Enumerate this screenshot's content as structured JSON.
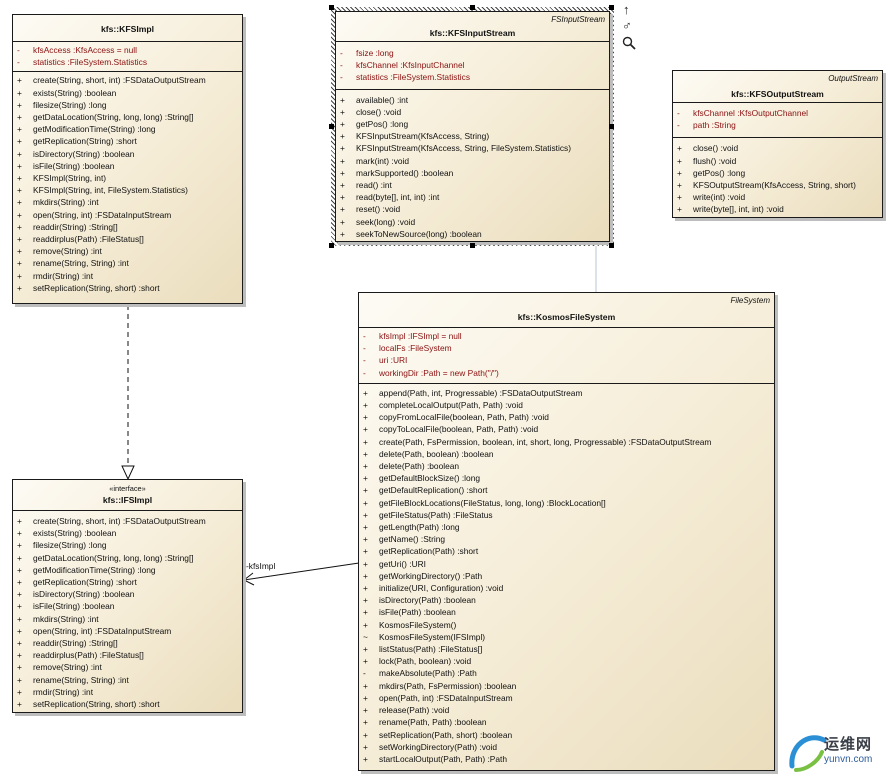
{
  "relation_label": "-kfsImpl",
  "classes": {
    "kfsimpl": {
      "title": "kfs::KFSImpl",
      "attributes": [
        {
          "vis": "-",
          "text": "kfsAccess  :KfsAccess = null"
        },
        {
          "vis": "-",
          "text": "statistics  :FileSystem.Statistics"
        }
      ],
      "operations": [
        {
          "vis": "+",
          "text": "create(String, short, int)  :FSDataOutputStream"
        },
        {
          "vis": "+",
          "text": "exists(String)  :boolean"
        },
        {
          "vis": "+",
          "text": "filesize(String)  :long"
        },
        {
          "vis": "+",
          "text": "getDataLocation(String, long, long)  :String[]"
        },
        {
          "vis": "+",
          "text": "getModificationTime(String)  :long"
        },
        {
          "vis": "+",
          "text": "getReplication(String)  :short"
        },
        {
          "vis": "+",
          "text": "isDirectory(String)  :boolean"
        },
        {
          "vis": "+",
          "text": "isFile(String)  :boolean"
        },
        {
          "vis": "+",
          "text": "KFSImpl(String, int)"
        },
        {
          "vis": "+",
          "text": "KFSImpl(String, int, FileSystem.Statistics)"
        },
        {
          "vis": "+",
          "text": "mkdirs(String)  :int"
        },
        {
          "vis": "+",
          "text": "open(String, int)  :FSDataInputStream"
        },
        {
          "vis": "+",
          "text": "readdir(String)  :String[]"
        },
        {
          "vis": "+",
          "text": "readdirplus(Path)  :FileStatus[]"
        },
        {
          "vis": "+",
          "text": "remove(String)  :int"
        },
        {
          "vis": "+",
          "text": "rename(String, String)  :int"
        },
        {
          "vis": "+",
          "text": "rmdir(String)  :int"
        },
        {
          "vis": "+",
          "text": "setReplication(String, short)  :short"
        }
      ]
    },
    "kfsinputstream": {
      "stereotype": "FSInputStream",
      "title": "kfs::KFSInputStream",
      "attributes": [
        {
          "vis": "-",
          "text": "fsize  :long"
        },
        {
          "vis": "-",
          "text": "kfsChannel  :KfsInputChannel"
        },
        {
          "vis": "-",
          "text": "statistics  :FileSystem.Statistics"
        }
      ],
      "operations": [
        {
          "vis": "+",
          "text": "available()  :int"
        },
        {
          "vis": "+",
          "text": "close()  :void"
        },
        {
          "vis": "+",
          "text": "getPos()  :long"
        },
        {
          "vis": "+",
          "text": "KFSInputStream(KfsAccess, String)"
        },
        {
          "vis": "+",
          "text": "KFSInputStream(KfsAccess, String, FileSystem.Statistics)"
        },
        {
          "vis": "+",
          "text": "mark(int)  :void"
        },
        {
          "vis": "+",
          "text": "markSupported()  :boolean"
        },
        {
          "vis": "+",
          "text": "read()  :int"
        },
        {
          "vis": "+",
          "text": "read(byte[], int, int)  :int"
        },
        {
          "vis": "+",
          "text": "reset()  :void"
        },
        {
          "vis": "+",
          "text": "seek(long)  :void"
        },
        {
          "vis": "+",
          "text": "seekToNewSource(long)  :boolean"
        }
      ]
    },
    "kfsoutputstream": {
      "stereotype": "OutputStream",
      "title": "kfs::KFSOutputStream",
      "attributes": [
        {
          "vis": "-",
          "text": "kfsChannel  :KfsOutputChannel"
        },
        {
          "vis": "-",
          "text": "path  :String"
        }
      ],
      "operations": [
        {
          "vis": "+",
          "text": "close()  :void"
        },
        {
          "vis": "+",
          "text": "flush()  :void"
        },
        {
          "vis": "+",
          "text": "getPos()  :long"
        },
        {
          "vis": "+",
          "text": "KFSOutputStream(KfsAccess, String, short)"
        },
        {
          "vis": "+",
          "text": "write(int)  :void"
        },
        {
          "vis": "+",
          "text": "write(byte[], int, int)  :void"
        }
      ]
    },
    "kosmosfilesystem": {
      "stereotype": "FileSystem",
      "title": "kfs::KosmosFileSystem",
      "attributes": [
        {
          "vis": "-",
          "text": "kfsImpl  :IFSImpl = null"
        },
        {
          "vis": "-",
          "text": "localFs  :FileSystem"
        },
        {
          "vis": "-",
          "text": "uri  :URI"
        },
        {
          "vis": "-",
          "text": "workingDir  :Path = new Path(\"/\")"
        }
      ],
      "operations": [
        {
          "vis": "+",
          "text": "append(Path, int, Progressable)  :FSDataOutputStream"
        },
        {
          "vis": "+",
          "text": "completeLocalOutput(Path, Path)  :void"
        },
        {
          "vis": "+",
          "text": "copyFromLocalFile(boolean, Path, Path)  :void"
        },
        {
          "vis": "+",
          "text": "copyToLocalFile(boolean, Path, Path)  :void"
        },
        {
          "vis": "+",
          "text": "create(Path, FsPermission, boolean, int, short, long, Progressable)  :FSDataOutputStream"
        },
        {
          "vis": "+",
          "text": "delete(Path, boolean)  :boolean"
        },
        {
          "vis": "+",
          "text": "delete(Path)  :boolean"
        },
        {
          "vis": "+",
          "text": "getDefaultBlockSize()  :long"
        },
        {
          "vis": "+",
          "text": "getDefaultReplication()  :short"
        },
        {
          "vis": "+",
          "text": "getFileBlockLocations(FileStatus, long, long)  :BlockLocation[]"
        },
        {
          "vis": "+",
          "text": "getFileStatus(Path)  :FileStatus"
        },
        {
          "vis": "+",
          "text": "getLength(Path)  :long"
        },
        {
          "vis": "+",
          "text": "getName()  :String"
        },
        {
          "vis": "+",
          "text": "getReplication(Path)  :short"
        },
        {
          "vis": "+",
          "text": "getUri()  :URI"
        },
        {
          "vis": "+",
          "text": "getWorkingDirectory()  :Path"
        },
        {
          "vis": "+",
          "text": "initialize(URI, Configuration)  :void"
        },
        {
          "vis": "+",
          "text": "isDirectory(Path)  :boolean"
        },
        {
          "vis": "+",
          "text": "isFile(Path)  :boolean"
        },
        {
          "vis": "+",
          "text": "KosmosFileSystem()"
        },
        {
          "vis": "~",
          "text": "KosmosFileSystem(IFSImpl)"
        },
        {
          "vis": "+",
          "text": "listStatus(Path)  :FileStatus[]"
        },
        {
          "vis": "+",
          "text": "lock(Path, boolean)  :void"
        },
        {
          "vis": "-",
          "text": "makeAbsolute(Path)  :Path"
        },
        {
          "vis": "+",
          "text": "mkdirs(Path, FsPermission)  :boolean"
        },
        {
          "vis": "+",
          "text": "open(Path, int)  :FSDataInputStream"
        },
        {
          "vis": "+",
          "text": "release(Path)  :void"
        },
        {
          "vis": "+",
          "text": "rename(Path, Path)  :boolean"
        },
        {
          "vis": "+",
          "text": "setReplication(Path, short)  :boolean"
        },
        {
          "vis": "+",
          "text": "setWorkingDirectory(Path)  :void"
        },
        {
          "vis": "+",
          "text": "startLocalOutput(Path, Path)  :Path"
        }
      ]
    },
    "ifsimpl": {
      "stereotype": "«interface»",
      "title": "kfs::IFSImpl",
      "operations": [
        {
          "vis": "+",
          "text": "create(String, short, int)  :FSDataOutputStream"
        },
        {
          "vis": "+",
          "text": "exists(String)  :boolean"
        },
        {
          "vis": "+",
          "text": "filesize(String)  :long"
        },
        {
          "vis": "+",
          "text": "getDataLocation(String, long, long)  :String[]"
        },
        {
          "vis": "+",
          "text": "getModificationTime(String)  :long"
        },
        {
          "vis": "+",
          "text": "getReplication(String)  :short"
        },
        {
          "vis": "+",
          "text": "isDirectory(String)  :boolean"
        },
        {
          "vis": "+",
          "text": "isFile(String)  :boolean"
        },
        {
          "vis": "+",
          "text": "mkdirs(String)  :int"
        },
        {
          "vis": "+",
          "text": "open(String, int)  :FSDataInputStream"
        },
        {
          "vis": "+",
          "text": "readdir(String)  :String[]"
        },
        {
          "vis": "+",
          "text": "readdirplus(Path)  :FileStatus[]"
        },
        {
          "vis": "+",
          "text": "remove(String)  :int"
        },
        {
          "vis": "+",
          "text": "rename(String, String)  :int"
        },
        {
          "vis": "+",
          "text": "rmdir(String)  :int"
        },
        {
          "vis": "+",
          "text": "setReplication(String, short)  :short"
        }
      ]
    }
  },
  "watermark": {
    "text": "运维网",
    "url": "yunvn.com"
  },
  "toolbar_icons": [
    "up-arrow-icon",
    "property-icon",
    "zoom-icon"
  ]
}
